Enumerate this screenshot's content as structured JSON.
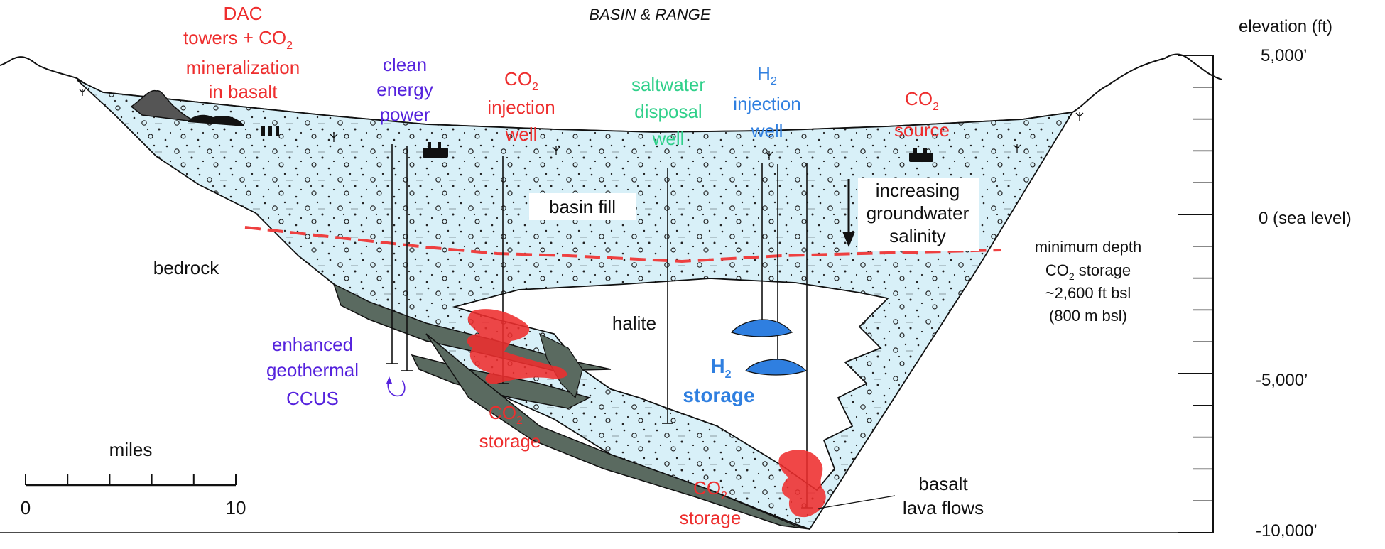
{
  "title": "BASIN & RANGE",
  "colors": {
    "basin_fill": "#d8f0f8",
    "bedrock_layers": "#5a6a60",
    "co2": "#ee2e2e",
    "h2": "#2f7fe0",
    "saltwater": "#2fd08a",
    "geothermal": "#5522dd",
    "salinity_line": "#ee4040"
  },
  "labels": {
    "dac": [
      "DAC",
      "towers + CO",
      "mineralization",
      "in basalt"
    ],
    "dac_sub": "2",
    "clean_energy": [
      "clean",
      "energy",
      "power"
    ],
    "co2_injection": [
      "CO",
      "injection",
      "well"
    ],
    "co2_injection_sub": "2",
    "saltwater_disposal": [
      "saltwater",
      "disposal",
      "well"
    ],
    "h2_injection": [
      "H",
      "injection",
      "well"
    ],
    "h2_injection_sub": "2",
    "co2_source": [
      "CO",
      "source"
    ],
    "co2_source_sub": "2",
    "basin_fill": "basin fill",
    "salinity": [
      "increasing",
      "groundwater",
      "salinity"
    ],
    "bedrock": "bedrock",
    "halite": "halite",
    "geothermal": [
      "enhanced",
      "geothermal",
      "CCUS"
    ],
    "co2_storage_a": [
      "CO",
      "storage"
    ],
    "co2_storage_a_sub": "2",
    "h2_storage": [
      "H",
      "storage"
    ],
    "h2_storage_sub": "2",
    "co2_storage_b": [
      "CO",
      "storage"
    ],
    "co2_storage_b_sub": "2",
    "basalt": [
      "basalt",
      "lava flows"
    ],
    "min_depth": [
      "minimum depth",
      "CO",
      " storage",
      "~2,600 ft bsl",
      "(800 m bsl)"
    ],
    "min_depth_sub": "2"
  },
  "scale_bar": {
    "title": "miles",
    "min_label": "0",
    "max_label": "10",
    "divisions": 5
  },
  "elevation_axis": {
    "title": "elevation (ft)",
    "tick_labels": [
      "5,000’",
      "0 (sea level)",
      "-5,000’",
      "-10,000’"
    ],
    "minor_ticks_per_interval": 5
  }
}
